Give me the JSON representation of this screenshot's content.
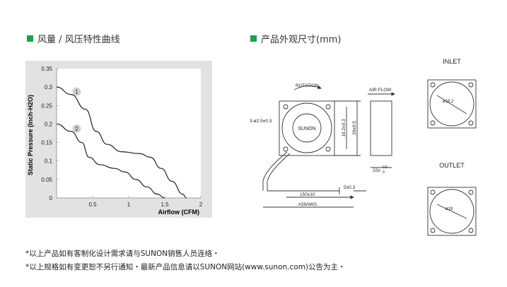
{
  "left_title": "风量 / 风压特性曲线",
  "right_title": "产品外观尺寸(mm)",
  "chart_data": {
    "type": "line",
    "xlabel": "Airflow (CFM)",
    "ylabel": "Static Pressure (Inch-H2O)",
    "xlim": [
      0,
      2
    ],
    "ylim": [
      0,
      0.35
    ],
    "x_ticks": [
      "0.5",
      "1",
      "1.5",
      "2"
    ],
    "y_ticks": [
      "0.35",
      "0.3",
      "0.25",
      "0.2",
      "0.15",
      "0.1",
      "0.05",
      "0"
    ],
    "series": [
      {
        "name": "1",
        "x": [
          0,
          0.2,
          0.4,
          0.55,
          0.7,
          0.9,
          1.15,
          1.3,
          1.45,
          1.6,
          1.75,
          1.8
        ],
        "y": [
          0.3,
          0.28,
          0.24,
          0.18,
          0.145,
          0.125,
          0.12,
          0.11,
          0.08,
          0.045,
          0.01,
          0
        ]
      },
      {
        "name": "2",
        "x": [
          0,
          0.2,
          0.35,
          0.45,
          0.6,
          0.8,
          0.95,
          1.1,
          1.25,
          1.4,
          1.5
        ],
        "y": [
          0.2,
          0.18,
          0.15,
          0.11,
          0.09,
          0.08,
          0.07,
          0.05,
          0.03,
          0.01,
          0
        ]
      }
    ],
    "legend": "inline circled labels near curve starts",
    "grid": false
  },
  "drawing": {
    "rotation": "ROTATION",
    "air_flow": "AIR FLOW",
    "brand": "SUNON",
    "holes": "3-ø2.5±0.3",
    "dim_height_inner": "16.2±0.3",
    "dim_height_outer": "20±0.5",
    "dim_thick_main": "10±",
    "dim_thick_upper": "0.5",
    "dim_thick_lower": "0",
    "cable_length": "150±10",
    "strip_length": "5±0.3",
    "wire": "#28AWG",
    "inlet": "INLET",
    "outlet": "OUTLET",
    "inlet_dia": "ø19.2",
    "outlet_dia": "ø19"
  },
  "notes": [
    "*以上产品如有客制化设计需求请与SUNON销售人员连络・",
    "*以上规格如有变更恕不另行通知・最新产品信息请以SUNON网站(www.sunon.com)公告为主・"
  ]
}
